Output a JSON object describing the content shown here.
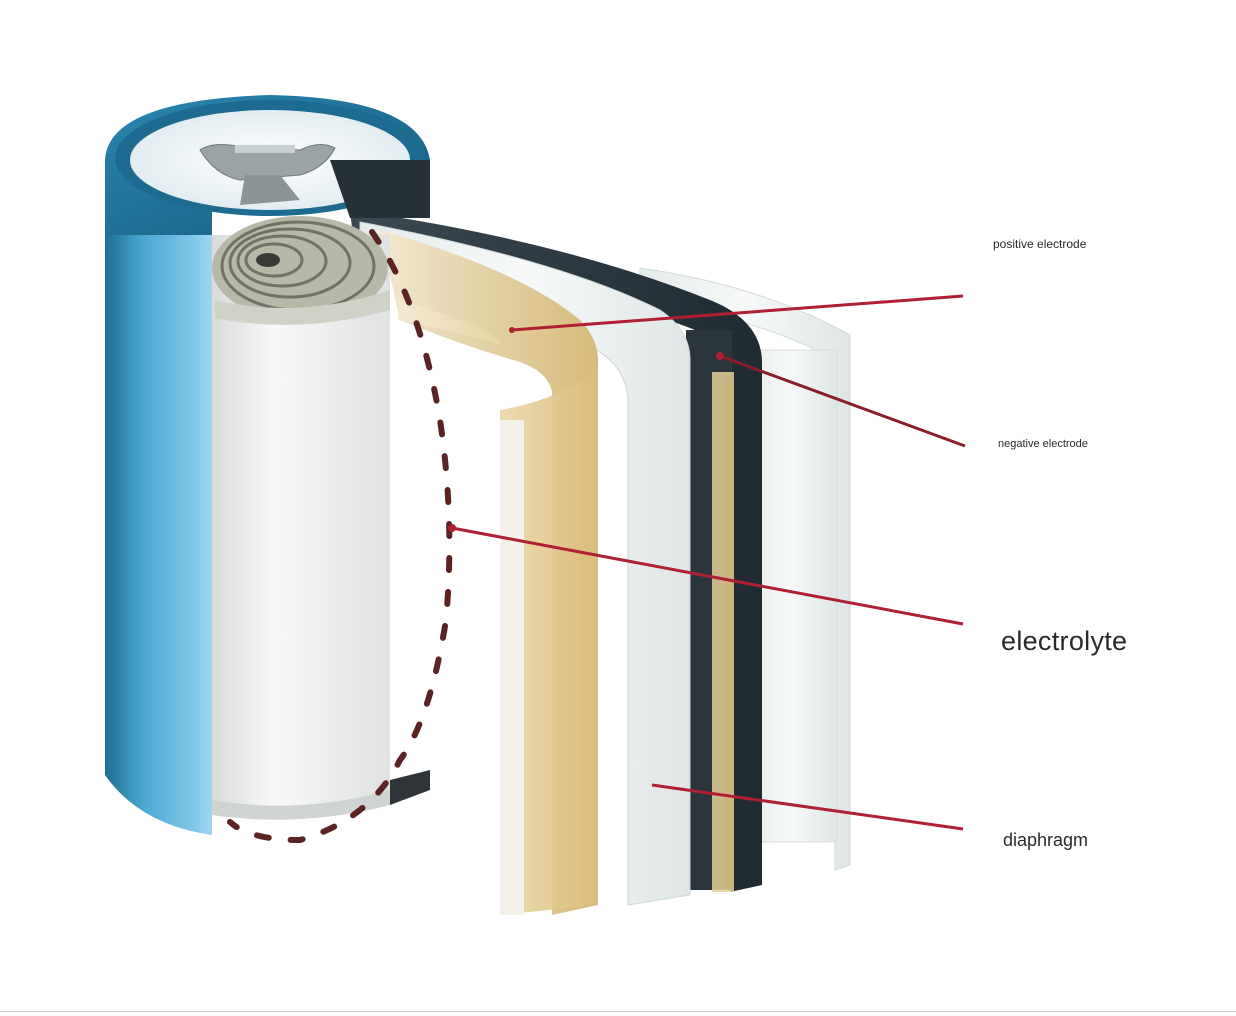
{
  "labels": {
    "positive_electrode": "positive electrode",
    "negative_electrode": "negative electrode",
    "electrolyte": "electrolyte",
    "diaphragm": "diaphragm"
  },
  "colors": {
    "casing_blue": "#3f9dc6",
    "casing_dark_blue": "#1f6a8f",
    "electrode_cream": "#e6cf96",
    "separator_light": "#eef2f1",
    "negative_dark": "#2f3a42",
    "leader_red": "#b01f33",
    "dash_dark": "#5a2424"
  }
}
